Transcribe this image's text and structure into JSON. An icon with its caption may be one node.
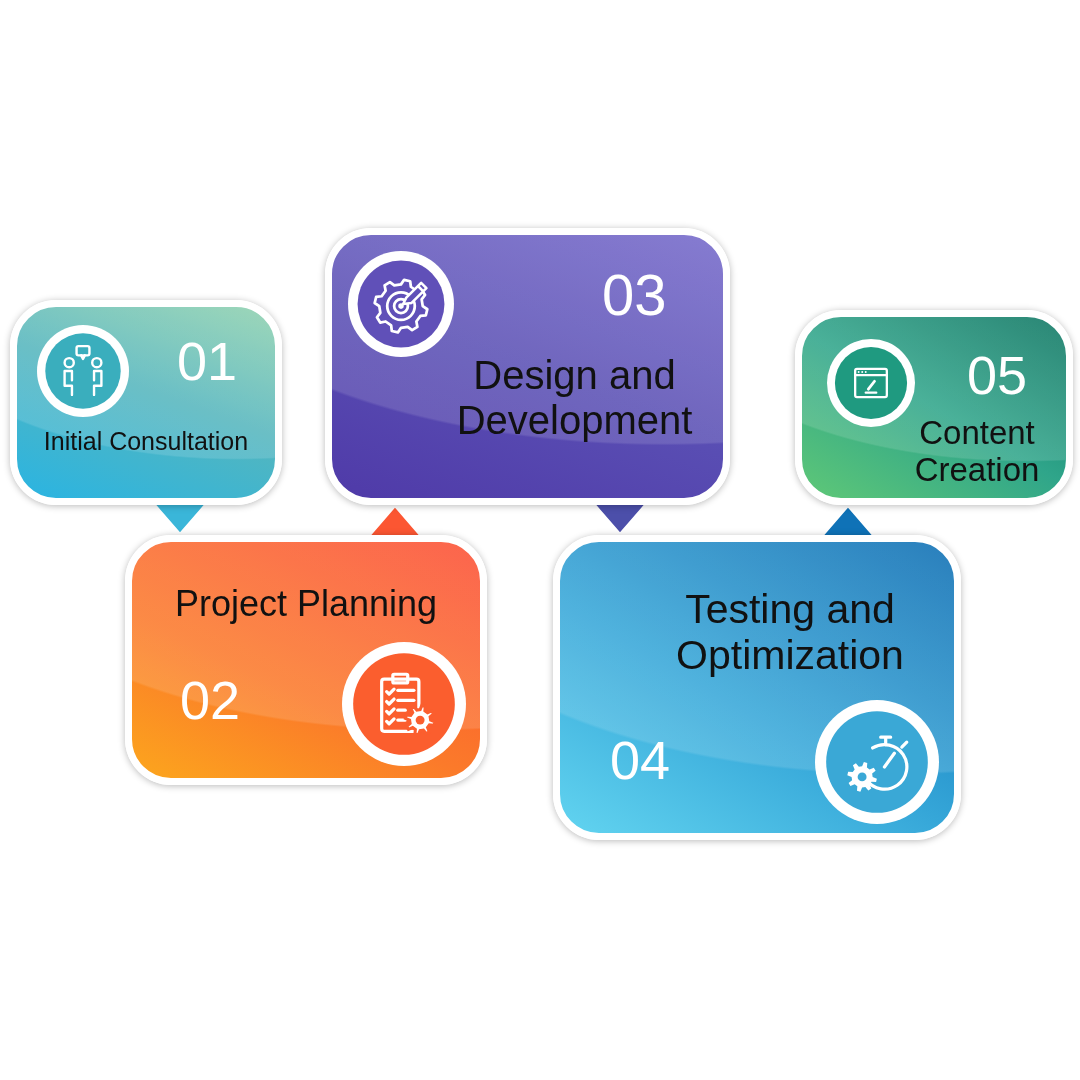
{
  "diagram": {
    "nodes": [
      {
        "text": [
          "01",
          "Initial Consultation"
        ]
      },
      {
        "text": [
          "Project Planning",
          "02"
        ]
      },
      {
        "text": [
          "03",
          "Design and Development"
        ]
      },
      {
        "text": [
          "Testing and Optimization",
          "04"
        ]
      },
      {
        "text": [
          "05",
          "Content Creation"
        ]
      }
    ],
    "edges": [
      {
        "from": 0,
        "to": 1,
        "arrow": "to",
        "color": "#3ab6d9"
      },
      {
        "from": 1,
        "to": 2,
        "arrow": "to",
        "color": "#fc5632"
      },
      {
        "from": 2,
        "to": 3,
        "arrow": "to",
        "color": "#4c4faa"
      },
      {
        "from": 3,
        "to": 4,
        "arrow": "to",
        "color": "#0f72b7"
      }
    ]
  }
}
